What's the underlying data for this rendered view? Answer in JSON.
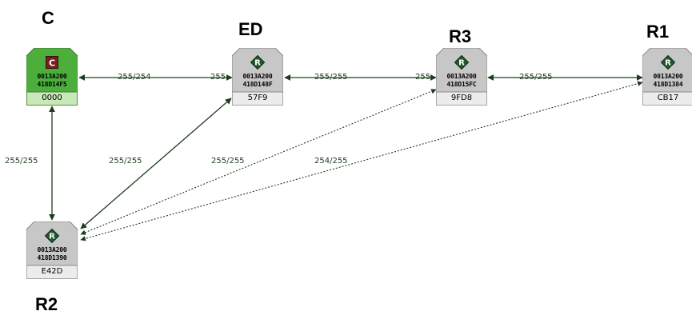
{
  "colors": {
    "coordinator_fill": "#4caf3c",
    "coordinator_band": "#c8e8b8",
    "router_fill": "#c7c7c7",
    "router_band": "#ececec",
    "coordinator_badge": "#7a1f1f",
    "router_badge": "#1f5a2e",
    "link_color": "#1e3d1e"
  },
  "nodes": {
    "c": {
      "title": "C",
      "badge": "C",
      "addr1": "0013A200",
      "addr2": "418D14F5",
      "id": "0000",
      "icon": "coordinator-icon"
    },
    "ed": {
      "title": "ED",
      "badge": "R",
      "addr1": "0013A200",
      "addr2": "418D148F",
      "id": "57F9",
      "icon": "router-icon"
    },
    "r3": {
      "title": "R3",
      "badge": "R",
      "addr1": "0013A200",
      "addr2": "418D15FC",
      "id": "9FD8",
      "icon": "router-icon"
    },
    "r1": {
      "title": "R1",
      "badge": "R",
      "addr1": "0013A200",
      "addr2": "418D1384",
      "id": "CB17",
      "icon": "router-icon"
    },
    "r2": {
      "title": "R2",
      "badge": "R",
      "addr1": "0013A200",
      "addr2": "418D1390",
      "id": "E42D",
      "icon": "router-icon"
    }
  },
  "links": {
    "c_ed": "255/254",
    "ed_r3": "255/255",
    "r3_r1": "255/255",
    "c_r2": "255/255",
    "ed_r2": "255/255",
    "r3_r2": "255/255",
    "r1_r2": "254/255",
    "ed_partial": "255",
    "r3_partial": "255"
  }
}
